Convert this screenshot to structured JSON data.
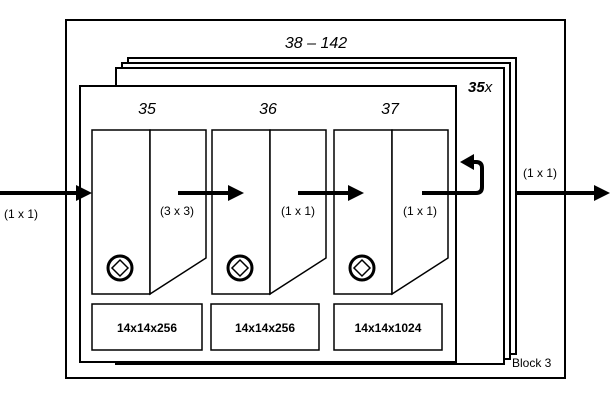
{
  "diagram": {
    "range_label": "38 – 142",
    "repeat_count": "35",
    "repeat_suffix": "x",
    "block_label": "Block 3",
    "input_label": "(1 x 1)",
    "output_label": "(1 x 1)",
    "layers": [
      {
        "number": "35",
        "kernel": "(3 x 3)",
        "shape": "14x14x256"
      },
      {
        "number": "36",
        "kernel": "(1 x 1)",
        "shape": "14x14x256"
      },
      {
        "number": "37",
        "kernel": "(1 x 1)",
        "shape": "14x14x1024"
      }
    ],
    "colors": {
      "stroke": "#000000",
      "fill": "#ffffff"
    }
  }
}
